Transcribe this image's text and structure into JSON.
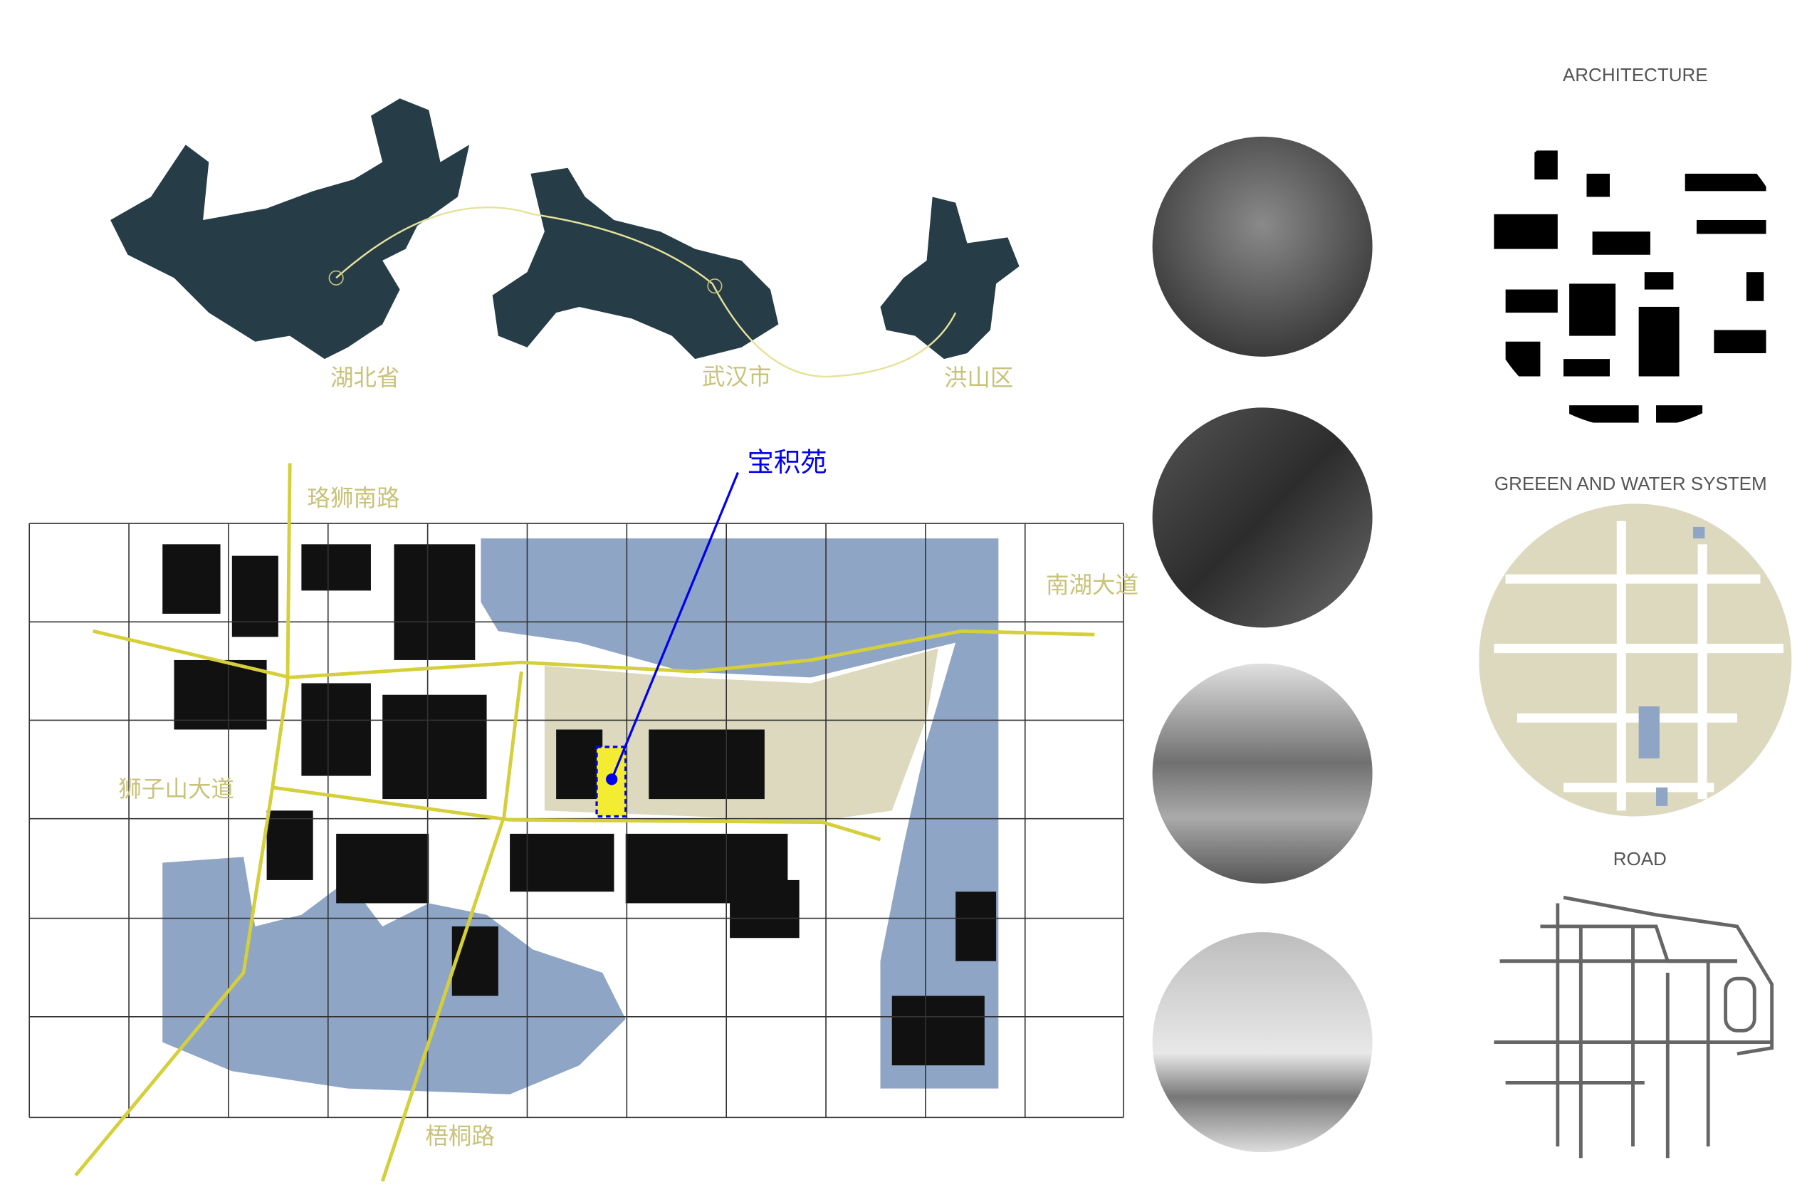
{
  "location_maps": {
    "labels": [
      "湖北省",
      "武汉市",
      "洪山区"
    ],
    "map_color": "#263d47",
    "accent": "#e6e29a"
  },
  "site_map": {
    "target_label": "宝积苑",
    "target_color": "#0000ee",
    "road_labels": {
      "north": "珞狮南路",
      "east": "南湖大道",
      "west": "狮子山大道",
      "south": "梧桐路"
    },
    "road_color": "#d4cf3a",
    "water_color": "#8fa5c6",
    "green_color": "#dcd9bf"
  },
  "analysis": {
    "architecture_title": "ARCHITECTURE",
    "green_title": "GREEEN AND WATER SYSTEM",
    "road_title": "ROAD"
  }
}
